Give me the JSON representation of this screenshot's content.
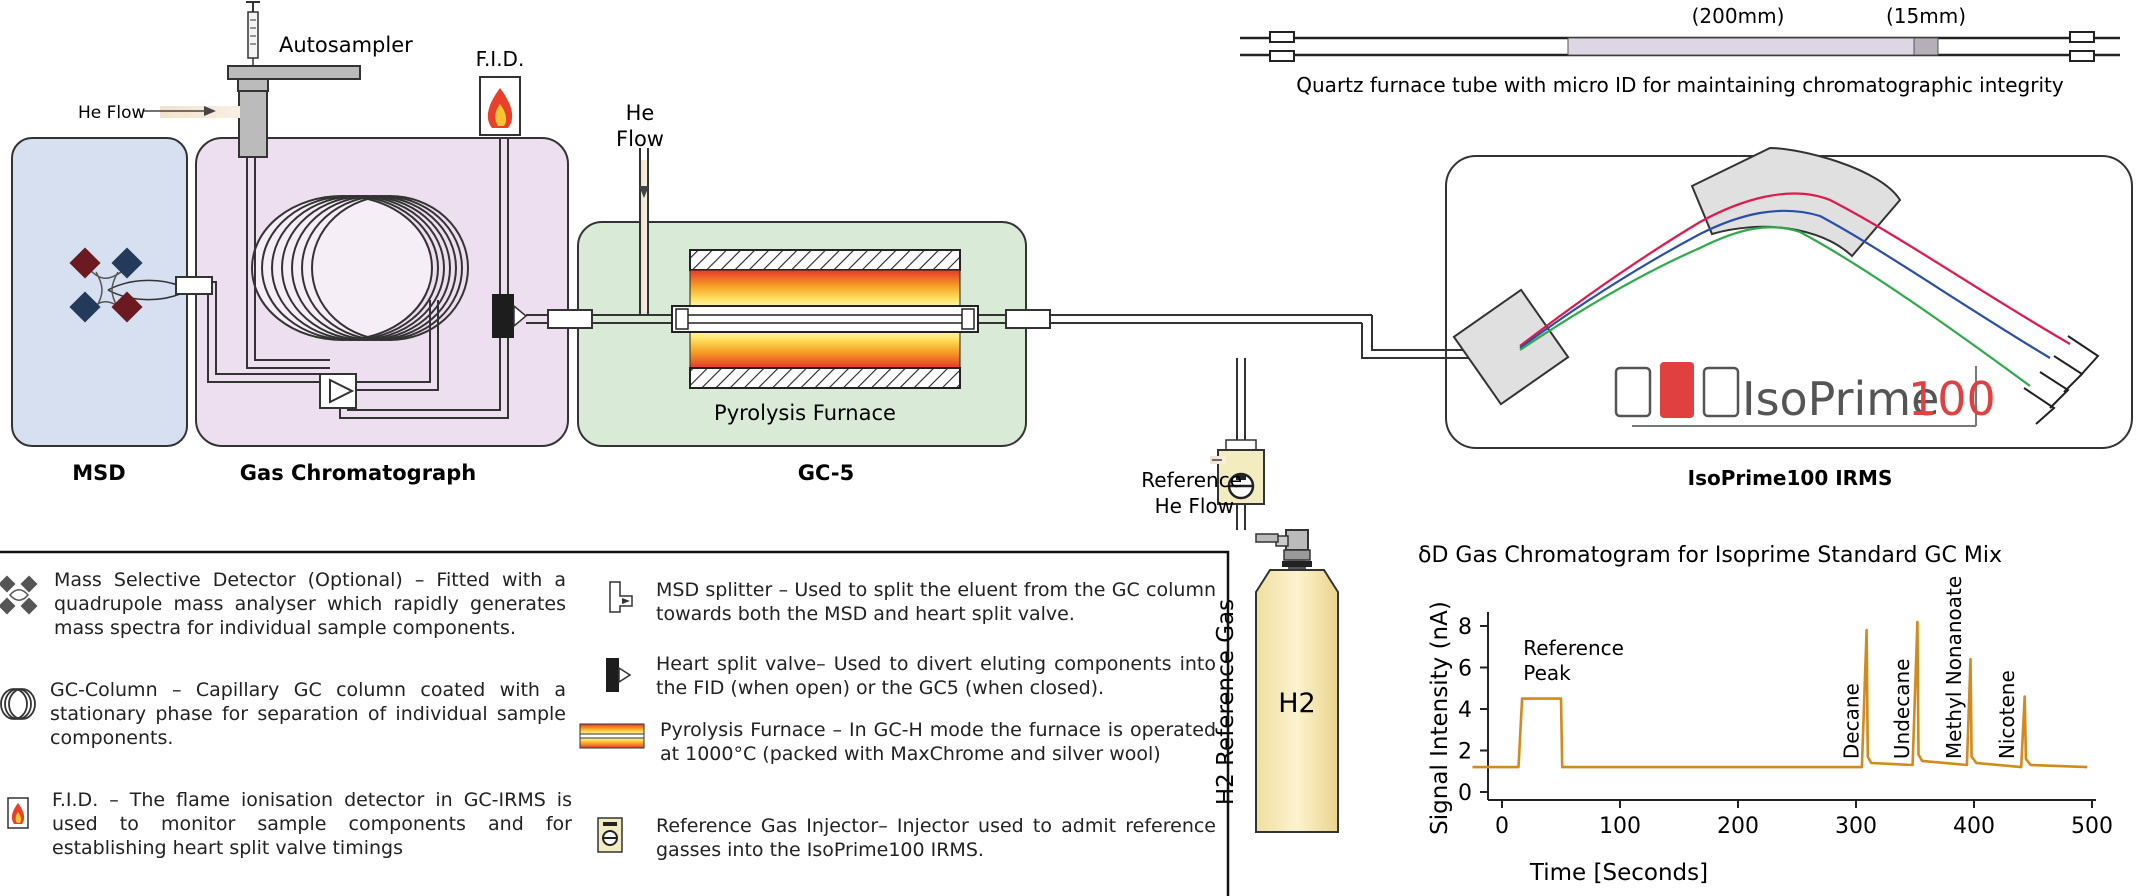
{
  "labels": {
    "autosampler": "Autosampler",
    "he_flow_left": "He Flow",
    "fid": "F.I.D.",
    "he_flow_top_1": "He",
    "he_flow_top_2": "Flow",
    "msd": "MSD",
    "gas_chromatograph": "Gas Chromatograph",
    "pyrolysis_furnace": "Pyrolysis Furnace",
    "gc5": "GC-5",
    "reference_he_flow_1": "Reference",
    "reference_he_flow_2": "He Flow",
    "h2_reference_gas": "H2 Reference Gas",
    "h2": "H2",
    "isoprime_irms": "IsoPrime100 IRMS",
    "logo_text": "IsoPrime",
    "logo_number": "100",
    "tube_200mm": "(200mm)",
    "tube_15mm": "(15mm)",
    "tube_caption": "Quartz furnace tube with micro ID for maintaining chromatographic integrity"
  },
  "legend": [
    {
      "icon": "quadrupole-icon",
      "text": "Mass Selective Detector (Optional) – Fitted with a quadrupole mass analyser which rapidly generates mass spectra for individual sample components."
    },
    {
      "icon": "gc-column-icon",
      "text": "GC-Column – Capillary GC column coated with a stationary phase for separation of individual sample components."
    },
    {
      "icon": "flame-icon",
      "text": "F.I.D. – The flame ionisation detector in GC-IRMS is used to monitor sample components and for establishing heart split valve timings"
    },
    {
      "icon": "msd-splitter-icon",
      "text": "MSD splitter – Used to split the eluent from the GC column towards both the MSD and heart split valve."
    },
    {
      "icon": "heart-split-valve-icon",
      "text": "Heart split valve– Used to divert eluting components into the FID (when open) or the GC5 (when closed)."
    },
    {
      "icon": "pyrolysis-furnace-icon",
      "text": "Pyrolysis Furnace – In GC-H mode the furnace is operated at 1000°C (packed with MaxChrome and silver wool)"
    },
    {
      "icon": "reference-injector-icon",
      "text": "Reference Gas Injector– Injector used to admit reference gasses into the IsoPrime100 IRMS."
    }
  ],
  "colors": {
    "msd_box": "#d6e0f0",
    "gc_box": "#eedff0",
    "gc5_box": "#d9ebd7",
    "chromatogram_line": "#d28a1c",
    "beam_red": "#e0194c",
    "beam_blue": "#2a4fa8",
    "beam_green": "#2eaa4a",
    "logo_red": "#e04040"
  },
  "chart_data": {
    "type": "line",
    "title": "δD Gas Chromatogram for Isoprime Standard GC Mix",
    "xlabel": "Time [Seconds]",
    "ylabel": "Signal Intensity (nA)",
    "xlim": [
      0,
      500
    ],
    "ylim": [
      0,
      8
    ],
    "xticks": [
      0,
      100,
      200,
      300,
      400,
      500
    ],
    "yticks": [
      0,
      2,
      4,
      6,
      8
    ],
    "x": [
      -25,
      14,
      17,
      20,
      48,
      50,
      51,
      305,
      309,
      310,
      313,
      348,
      352,
      353,
      356,
      394,
      397,
      398,
      402,
      440,
      443,
      444,
      448,
      496
    ],
    "y": [
      1.2,
      1.2,
      4.5,
      4.5,
      4.5,
      4.5,
      1.2,
      1.2,
      7.8,
      1.7,
      1.4,
      1.3,
      8.2,
      1.8,
      1.5,
      1.3,
      6.4,
      1.7,
      1.4,
      1.2,
      4.6,
      1.6,
      1.3,
      1.2
    ],
    "annotations": [
      {
        "text": "Reference Peak",
        "x": 18,
        "y": 6.6
      },
      {
        "text": "Decane",
        "x": 302,
        "y": 7.4
      },
      {
        "text": "Undecane",
        "x": 345,
        "y": 7.6
      },
      {
        "text": "Methyl Nonanoate",
        "x": 389,
        "y": 8.4
      },
      {
        "text": "Nicotene",
        "x": 434,
        "y": 5.4
      }
    ]
  }
}
